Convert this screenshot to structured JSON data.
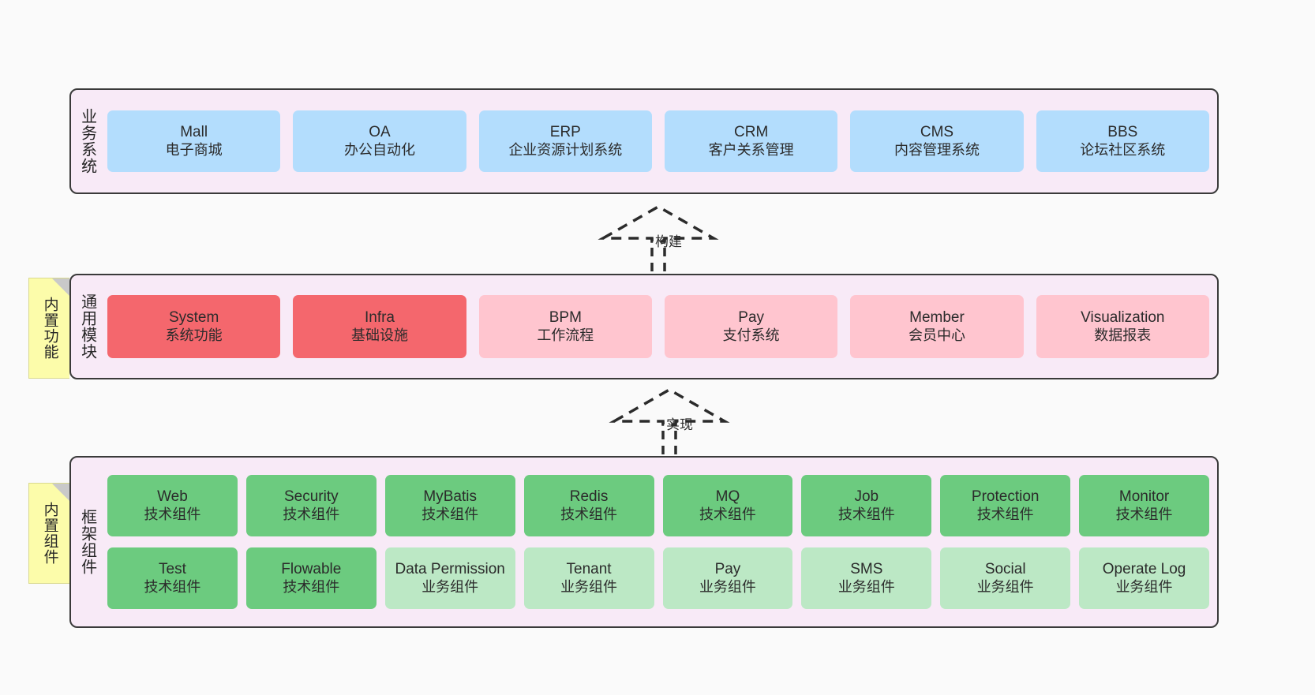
{
  "diagram": {
    "title": "",
    "palette": {
      "band_fill": "#f8eaf7",
      "band_border": "#3a3a3a",
      "blue": "#b3ddfd",
      "red": "#f4676d",
      "pink": "#ffc5cf",
      "green": "#6ccb7f",
      "light_green": "#bce8c5",
      "note_yellow": "#fcfcaa",
      "canvas": "#fafafa"
    }
  },
  "bands": {
    "business": {
      "label": "业务系统",
      "cells": [
        {
          "name": "Mall",
          "desc": "电子商城",
          "color": "blue"
        },
        {
          "name": "OA",
          "desc": "办公自动化",
          "color": "blue"
        },
        {
          "name": "ERP",
          "desc": "企业资源计划系统",
          "color": "blue"
        },
        {
          "name": "CRM",
          "desc": "客户关系管理",
          "color": "blue"
        },
        {
          "name": "CMS",
          "desc": "内容管理系统",
          "color": "blue"
        },
        {
          "name": "BBS",
          "desc": "论坛社区系统",
          "color": "blue"
        }
      ]
    },
    "modules": {
      "label": "通用模块",
      "cells": [
        {
          "name": "System",
          "desc": "系统功能",
          "color": "red"
        },
        {
          "name": "Infra",
          "desc": "基础设施",
          "color": "red"
        },
        {
          "name": "BPM",
          "desc": "工作流程",
          "color": "pink"
        },
        {
          "name": "Pay",
          "desc": "支付系统",
          "color": "pink"
        },
        {
          "name": "Member",
          "desc": "会员中心",
          "color": "pink"
        },
        {
          "name": "Visualization",
          "desc": "数据报表",
          "color": "pink"
        }
      ]
    },
    "framework": {
      "label": "框架组件",
      "row1": [
        {
          "name": "Web",
          "desc": "技术组件",
          "color": "green"
        },
        {
          "name": "Security",
          "desc": "技术组件",
          "color": "green"
        },
        {
          "name": "MyBatis",
          "desc": "技术组件",
          "color": "green"
        },
        {
          "name": "Redis",
          "desc": "技术组件",
          "color": "green"
        },
        {
          "name": "MQ",
          "desc": "技术组件",
          "color": "green"
        },
        {
          "name": "Job",
          "desc": "技术组件",
          "color": "green"
        },
        {
          "name": "Protection",
          "desc": "技术组件",
          "color": "green"
        },
        {
          "name": "Monitor",
          "desc": "技术组件",
          "color": "green"
        }
      ],
      "row2": [
        {
          "name": "Test",
          "desc": "技术组件",
          "color": "green"
        },
        {
          "name": "Flowable",
          "desc": "技术组件",
          "color": "green"
        },
        {
          "name": "Data Permission",
          "desc": "业务组件",
          "color": "lgreen"
        },
        {
          "name": "Tenant",
          "desc": "业务组件",
          "color": "lgreen"
        },
        {
          "name": "Pay",
          "desc": "业务组件",
          "color": "lgreen"
        },
        {
          "name": "SMS",
          "desc": "业务组件",
          "color": "lgreen"
        },
        {
          "name": "Social",
          "desc": "业务组件",
          "color": "lgreen"
        },
        {
          "name": "Operate Log",
          "desc": "业务组件",
          "color": "lgreen"
        }
      ]
    }
  },
  "connectors": [
    {
      "id": "build",
      "label": "构建",
      "from": "modules",
      "to": "business"
    },
    {
      "id": "implement",
      "label": "实现",
      "from": "framework",
      "to": "modules"
    }
  ],
  "notes": [
    {
      "id": "builtin-features",
      "label": "内置功能"
    },
    {
      "id": "builtin-components",
      "label": "内置组件"
    }
  ]
}
